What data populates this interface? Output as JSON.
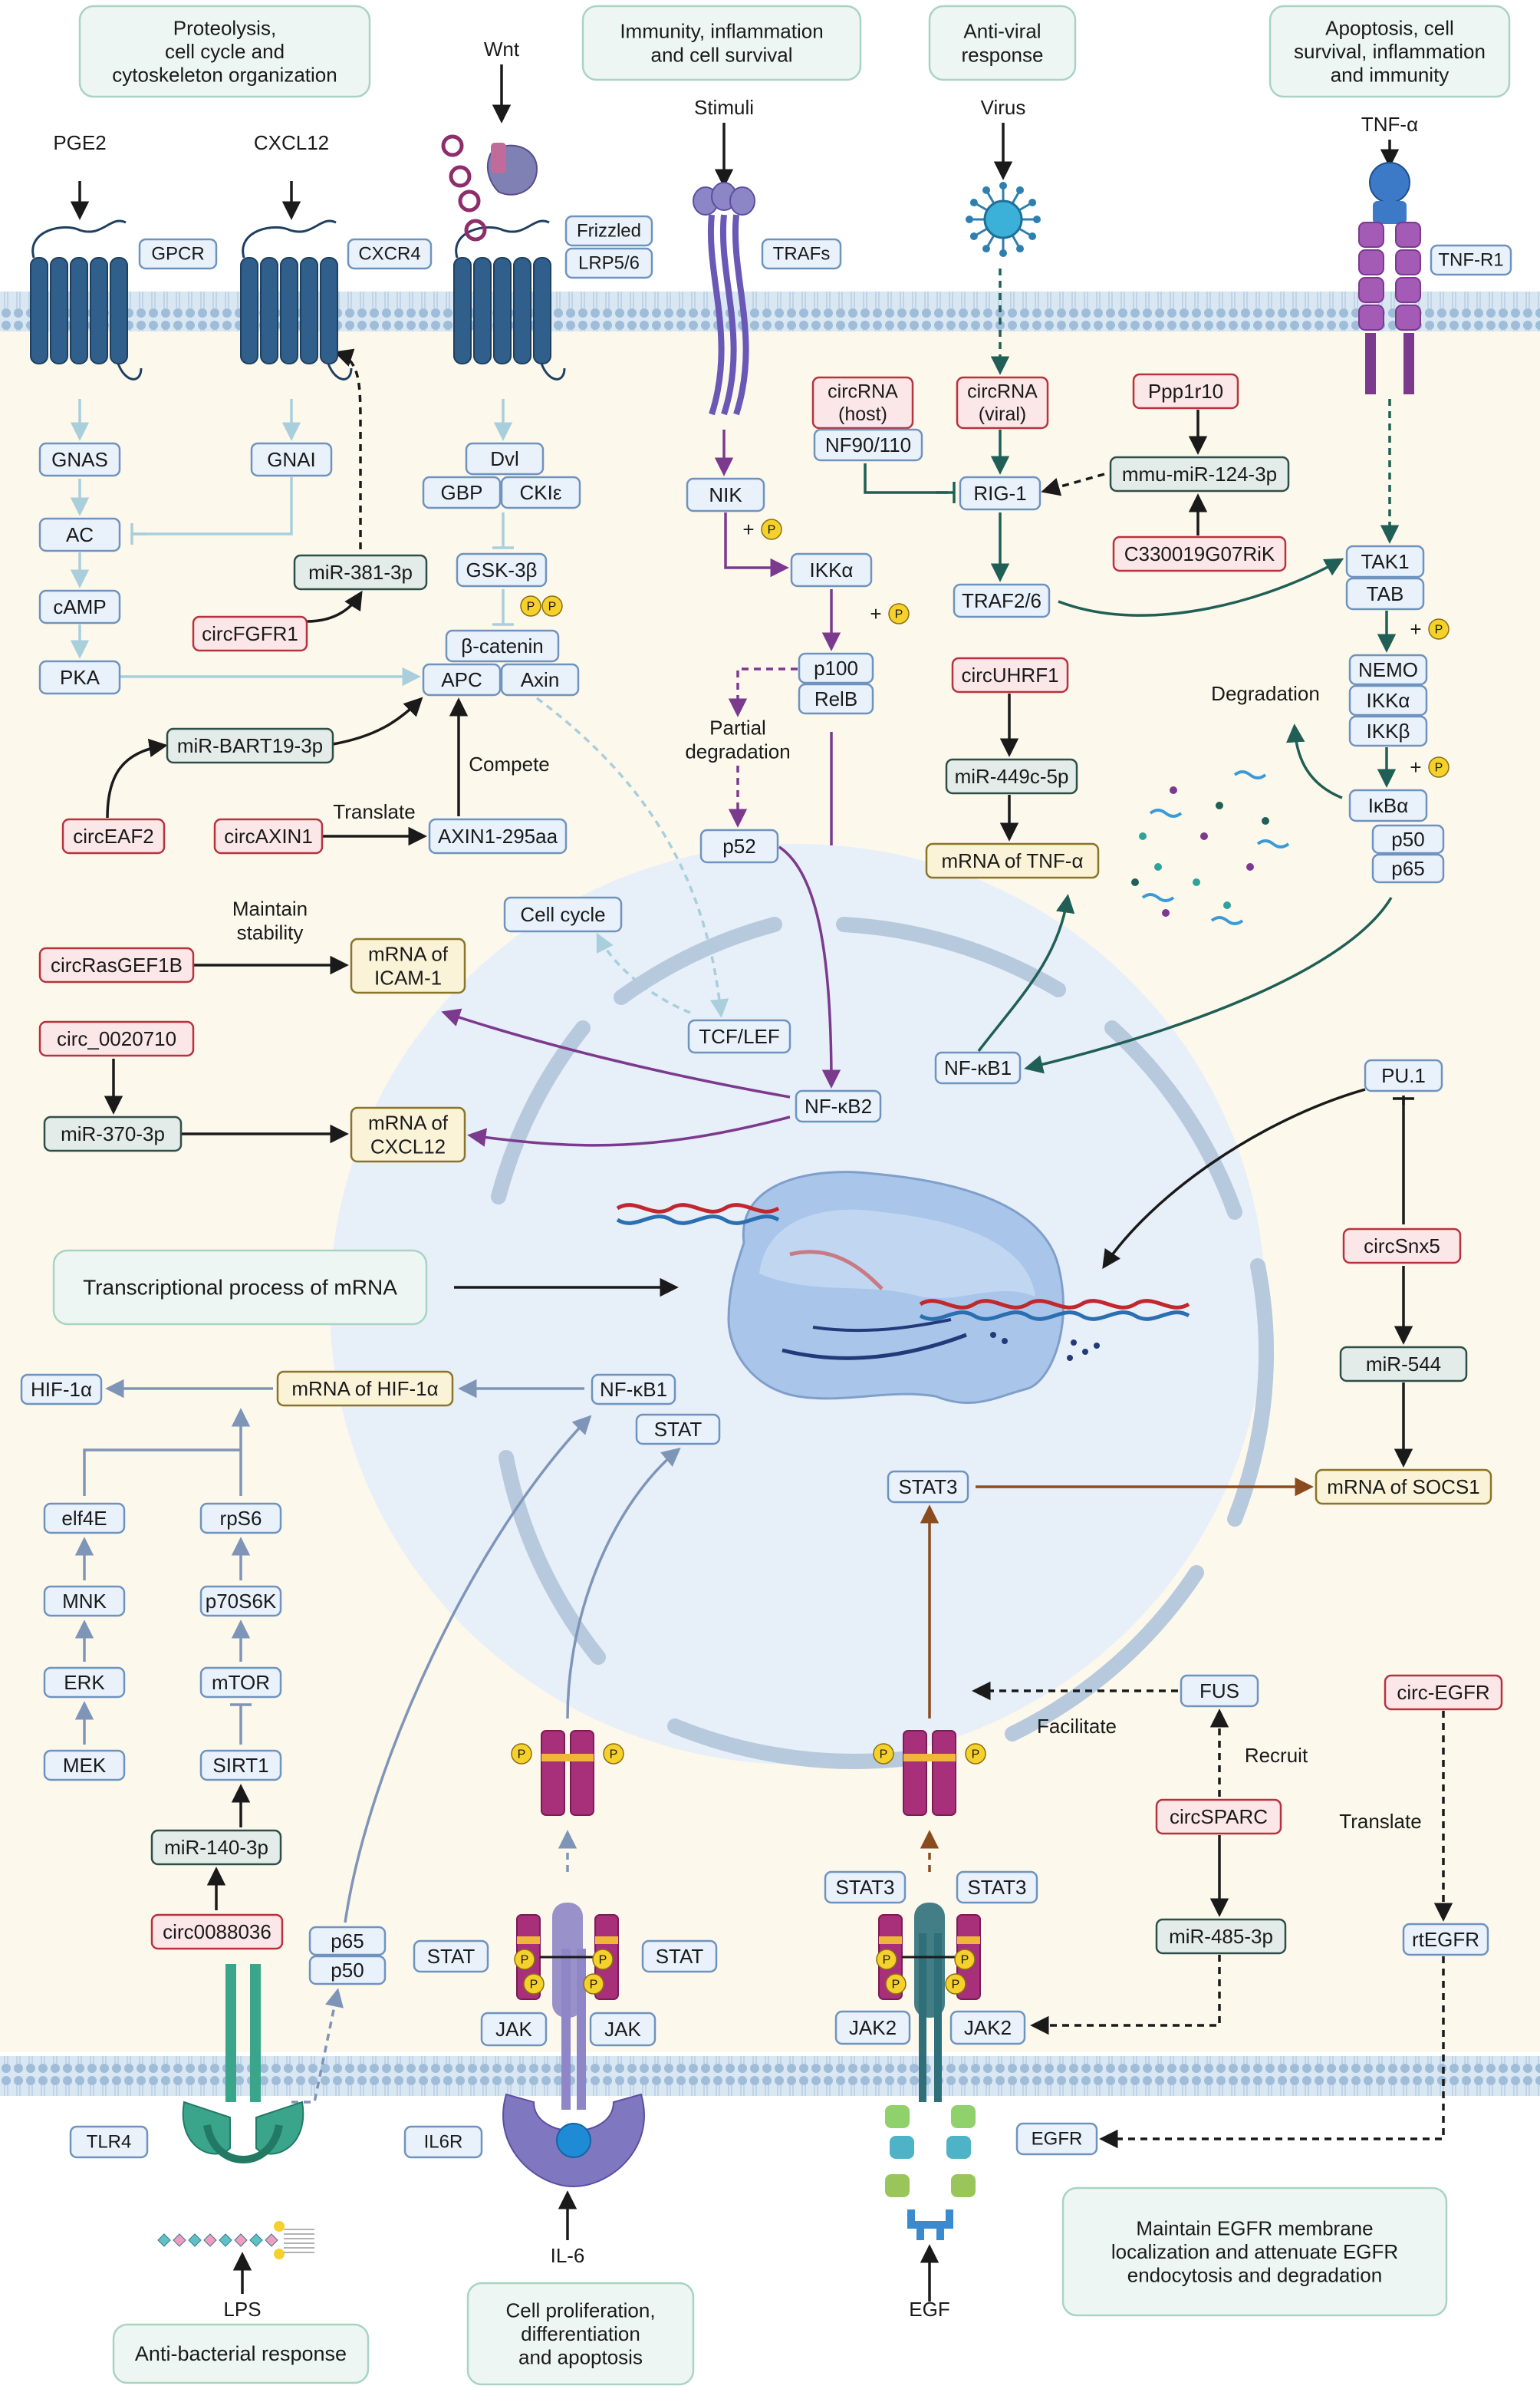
{
  "title_boxes": {
    "proteolysis": [
      "Proteolysis,",
      "cell cycle and",
      "cytoskeleton organization"
    ],
    "immunity": [
      "Immunity, inflammation",
      "and cell survival"
    ],
    "antiviral": [
      "Anti-viral",
      "response"
    ],
    "apoptosis": [
      "Apoptosis, cell",
      "survival, inflammation",
      "and immunity"
    ],
    "transcription": "Transcriptional process of mRNA",
    "antibacterial": "Anti-bacterial response",
    "proliferation": [
      "Cell proliferation,",
      "differentiation",
      "and apoptosis"
    ],
    "egfr_note": [
      "Maintain EGFR membrane",
      "localization and attenuate EGFR",
      "endocytosis and degradation"
    ]
  },
  "ligands": {
    "pge2": "PGE2",
    "cxcl12": "CXCL12",
    "wnt": "Wnt",
    "stimuli": "Stimuli",
    "virus": "Virus",
    "tnfa": "TNF-α",
    "lps": "LPS",
    "il6": "IL-6",
    "egf": "EGF"
  },
  "receptors": {
    "gpcr": "GPCR",
    "cxcr4": "CXCR4",
    "frizzled": "Frizzled",
    "lrp": "LRP5/6",
    "trafs": "TRAFs",
    "tnfr1": "TNF-R1",
    "tlr4": "TLR4",
    "il6r": "IL6R",
    "egfr": "EGFR"
  },
  "nodes": {
    "gnas": "GNAS",
    "ac": "AC",
    "camp": "cAMP",
    "pka": "PKA",
    "gnai": "GNAI",
    "mir381": "miR-381-3p",
    "circfgfr1": "circFGFR1",
    "dvl": "Dvl",
    "gbp": "GBP",
    "ckie": "CKIε",
    "gsk3b": "GSK-3β",
    "bcatenin": "β-catenin",
    "apc": "APC",
    "axin": "Axin",
    "mirbart": "miR-BART19-3p",
    "circeaf2": "circEAF2",
    "circaxin1": "circAXIN1",
    "axin295": "AXIN1-295aa",
    "translate1": "Translate",
    "compete": "Compete",
    "nik": "NIK",
    "ikka1": "IKKα",
    "p100": "p100",
    "relb": "RelB",
    "partial_deg": [
      "Partial",
      "degradation"
    ],
    "p52": "p52",
    "circrna_host": [
      "circRNA",
      "(host)"
    ],
    "nf90": "NF90/110",
    "circrna_viral": [
      "circRNA",
      "(viral)"
    ],
    "rig1": "RIG-1",
    "traf26": "TRAF2/6",
    "ppp1r10": "Ppp1r10",
    "mmumir124": "mmu-miR-124-3p",
    "c330": "C330019G07RiK",
    "circuhrf1": "circUHRF1",
    "mir449": "miR-449c-5p",
    "mrna_tnfa": "mRNA of TNF-α",
    "tak1": "TAK1",
    "tab": "TAB",
    "nemo": "NEMO",
    "ikka2": "IKKα",
    "ikkb": "IKKβ",
    "ikba": "IκBα",
    "p50a": "p50",
    "p65a": "p65",
    "degradation": "Degradation",
    "circrasgef": "circRasGEF1B",
    "maintain": [
      "Maintain",
      "stability"
    ],
    "mrna_icam": [
      "mRNA of",
      "ICAM-1"
    ],
    "cellcycle": "Cell cycle",
    "tcflef": "TCF/LEF",
    "circ0020710": "circ_0020710",
    "mir370": "miR-370-3p",
    "mrna_cxcl12": [
      "mRNA of",
      "CXCL12"
    ],
    "nfkb2": "NF-κB2",
    "nfkb1a": "NF-κB1",
    "pu1": "PU.1",
    "circsnx5": "circSnx5",
    "mir544": "miR-544",
    "mrna_socs1": "mRNA of SOCS1",
    "hif1a": "HIF-1α",
    "mrna_hif": "mRNA of HIF-1α",
    "nfkb1b": "NF-κB1",
    "stat_n": "STAT",
    "stat3_n": "STAT3",
    "elf4e": "elf4E",
    "mnk": "MNK",
    "erk": "ERK",
    "mek": "MEK",
    "rps6": "rpS6",
    "p70s6k": "p70S6K",
    "mtor": "mTOR",
    "sirt1": "SIRT1",
    "mir140": "miR-140-3p",
    "circ0088": "circ0088036",
    "p65b": "p65",
    "p50b": "p50",
    "stat_l": "STAT",
    "stat_r": "STAT",
    "jak_l": "JAK",
    "jak_r": "JAK",
    "stat3_l": "STAT3",
    "stat3_r": "STAT3",
    "jak2_l": "JAK2",
    "jak2_r": "JAK2",
    "fus": "FUS",
    "facilitate": "Facilitate",
    "recruit": "Recruit",
    "circsparc": "circSPARC",
    "mir485": "miR-485-3p",
    "circegfr": "circ-EGFR",
    "translate2": "Translate",
    "rtegfr": "rtEGFR",
    "plus": "+",
    "p": "P"
  },
  "colors": {
    "blue_fill": "#e9f1fb",
    "blue_stroke": "#6f93bf",
    "red_fill": "#fbe7e8",
    "red_stroke": "#b8323d",
    "mir_fill": "#e3ece9",
    "mir_stroke": "#2e4f47",
    "mrna_fill": "#fbf3d8",
    "mrna_stroke": "#8a7428",
    "title_fill": "#edf6f2",
    "title_stroke": "#a9d3c3",
    "purple": "#7b3a8e",
    "teal": "#1f5f55",
    "light_blue": "#a9cfdc",
    "brown": "#8a4b1f",
    "receptor_blue": "#2f5f8a",
    "magenta": "#a8307a",
    "background": "#fdf8ec"
  }
}
